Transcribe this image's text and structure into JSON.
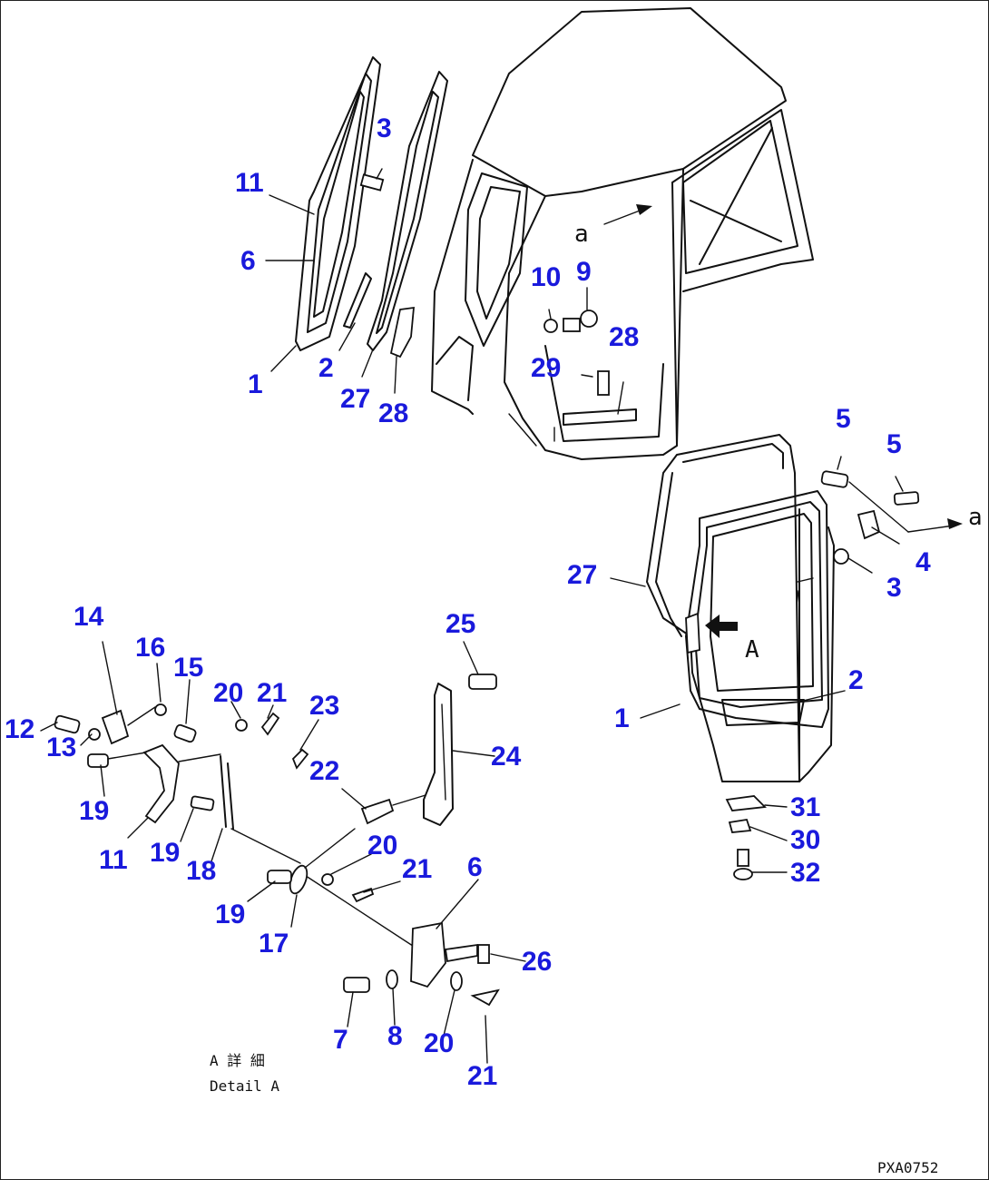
{
  "colors": {
    "callout": "#1a1adc",
    "line": "#111111",
    "background": "#ffffff"
  },
  "diagram": {
    "drawing_code": "PXA0752",
    "detail_caption_jp": "A 詳 細",
    "detail_caption_en": "Detail A",
    "view_arrow_letter": "A",
    "ref_letter": "a"
  },
  "callouts": {
    "c11_a": "11",
    "c6_a": "6",
    "c3_a": "3",
    "c1_a": "1",
    "c2_a": "2",
    "c27_a": "27",
    "c28_a": "28",
    "c10": "10",
    "c9": "9",
    "c28_b": "28",
    "c29": "29",
    "c5_a": "5",
    "c5_b": "5",
    "c4": "4",
    "c3_b": "3",
    "c27_b": "27",
    "c2_b": "2",
    "c1_b": "1",
    "c31": "31",
    "c30": "30",
    "c32": "32",
    "c14": "14",
    "c16": "16",
    "c15": "15",
    "c20_a": "20",
    "c21_a": "21",
    "c23": "23",
    "c25": "25",
    "c12": "12",
    "c13": "13",
    "c22": "22",
    "c24": "24",
    "c19_a": "19",
    "c11_b": "11",
    "c19_b": "19",
    "c18": "18",
    "c20_b": "20",
    "c21_b": "21",
    "c6_b": "6",
    "c19_c": "19",
    "c17": "17",
    "c26": "26",
    "c7": "7",
    "c8": "8",
    "c20_c": "20",
    "c21_c": "21"
  }
}
